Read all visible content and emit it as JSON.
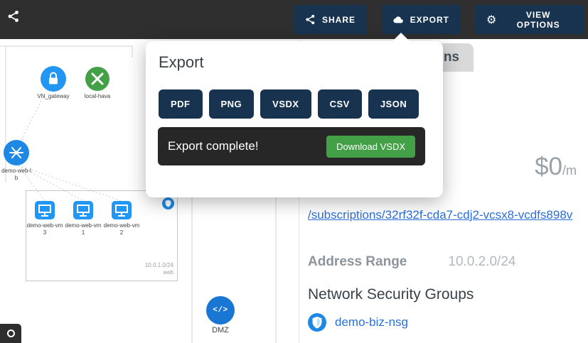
{
  "topbar": {
    "share": "SHARE",
    "export": "EXPORT",
    "view_options": "VIEW OPTIONS"
  },
  "tabs": {
    "visible_tab_text": "ns"
  },
  "export_popover": {
    "title": "Export",
    "formats": [
      "PDF",
      "PNG",
      "VSDX",
      "CSV",
      "JSON"
    ],
    "toast_message": "Export complete!",
    "download_button": "Download VSDX"
  },
  "canvas": {
    "vn_gateway_label": "VN_gateway",
    "local_hava_label": "local-hava",
    "lb_label": "demo-web-lb",
    "vm_labels": [
      "demo-web-vm3",
      "demo-web-vm1",
      "demo-web-vm2"
    ],
    "subnet_cidr": "10.0.1.0/24",
    "subnet_name": "web",
    "dmz_label": "DMZ",
    "dmz_glyph": "</>"
  },
  "details": {
    "price": "$0",
    "price_suffix": "/m",
    "subscription_path": "/subscriptions/32rf32f-cda7-cdj2-vcsx8-vcdfs898v",
    "address_range_label": "Address Range",
    "address_range_value": "10.0.2.0/24",
    "nsg_heading": "Network Security Groups",
    "nsg_name": "demo-biz-nsg"
  },
  "colors": {
    "accent_navy": "#17334f",
    "green": "#43a047",
    "azure_blue": "#1e88e5",
    "link_blue": "#2a6fdb"
  }
}
